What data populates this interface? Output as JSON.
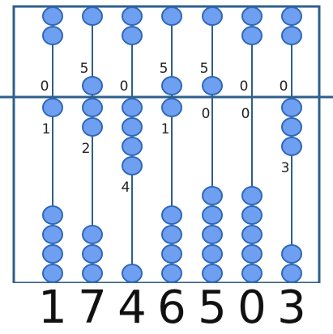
{
  "colors": {
    "frame": "#2f5f8a",
    "rod": "#2f5f8a",
    "bead_fill": "#6f9ff0",
    "bead_stroke": "#2f68b8",
    "label": "#222222",
    "digit": "#111111"
  },
  "rods": [
    {
      "digit": "1",
      "upper_label": "0",
      "lower_label": "1",
      "upper_beads_active": 0,
      "lower_beads_active": 1
    },
    {
      "digit": "7",
      "upper_label": "5",
      "lower_label": "2",
      "upper_beads_active": 1,
      "lower_beads_active": 2
    },
    {
      "digit": "4",
      "upper_label": "0",
      "lower_label": "4",
      "upper_beads_active": 0,
      "lower_beads_active": 4
    },
    {
      "digit": "6",
      "upper_label": "5",
      "lower_label": "1",
      "upper_beads_active": 1,
      "lower_beads_active": 1
    },
    {
      "digit": "5",
      "upper_label": "5",
      "lower_label": "0",
      "upper_beads_active": 1,
      "lower_beads_active": 0
    },
    {
      "digit": "0",
      "upper_label": "0",
      "lower_label": "0",
      "upper_beads_active": 0,
      "lower_beads_active": 0
    },
    {
      "digit": "3",
      "upper_label": "0",
      "lower_label": "3",
      "upper_beads_active": 0,
      "lower_beads_active": 3
    }
  ]
}
